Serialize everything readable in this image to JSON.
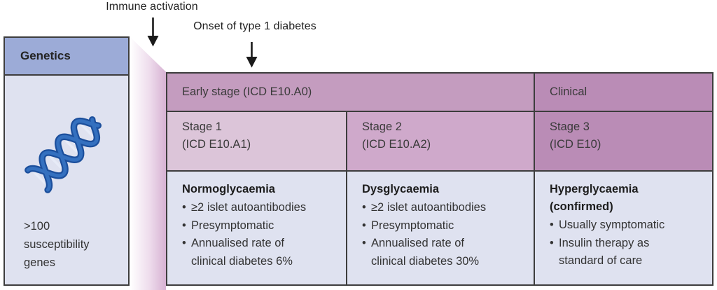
{
  "annotations": {
    "immune_activation": "Immune activation",
    "onset": "Onset of type 1 diabetes"
  },
  "genetics": {
    "title": "Genetics",
    "caption": ">100\nsusceptibility\ngenes",
    "icon": "dna-double-helix-icon"
  },
  "table": {
    "early_stage_header": "Early stage (ICD E10.A0)",
    "clinical_header": "Clinical",
    "stages": [
      {
        "name": "Stage 1",
        "icd": "(ICD E10.A1)",
        "title": "Normoglycaemia",
        "bullets": [
          "≥2 islet autoantibodies",
          "Presymptomatic",
          "Annualised rate of\nclinical diabetes 6%"
        ]
      },
      {
        "name": "Stage 2",
        "icd": "(ICD E10.A2)",
        "title": "Dysglycaemia",
        "bullets": [
          "≥2 islet autoantibodies",
          "Presymptomatic",
          "Annualised rate of\nclinical diabetes 30%"
        ]
      },
      {
        "name": "Stage 3",
        "icd": "(ICD E10)",
        "title": "Hyperglycaemia\n(confirmed)",
        "bullets": [
          "Usually symptomatic",
          "Insulin therapy as\nstandard of care"
        ]
      }
    ]
  },
  "colors": {
    "genetics_header": "#9cabd7",
    "panel_body": "#dfe2f0",
    "early_stage_header": "#c49cbf",
    "stage1": "#dcc5d9",
    "stage2": "#cfa9cb",
    "stage3_clinical": "#ba8cb6",
    "wedge_pink": "#d7b2d3",
    "border": "#3d3d3d",
    "dna_blue": "#3470bf",
    "dna_blue_dark": "#1c4f9c"
  }
}
